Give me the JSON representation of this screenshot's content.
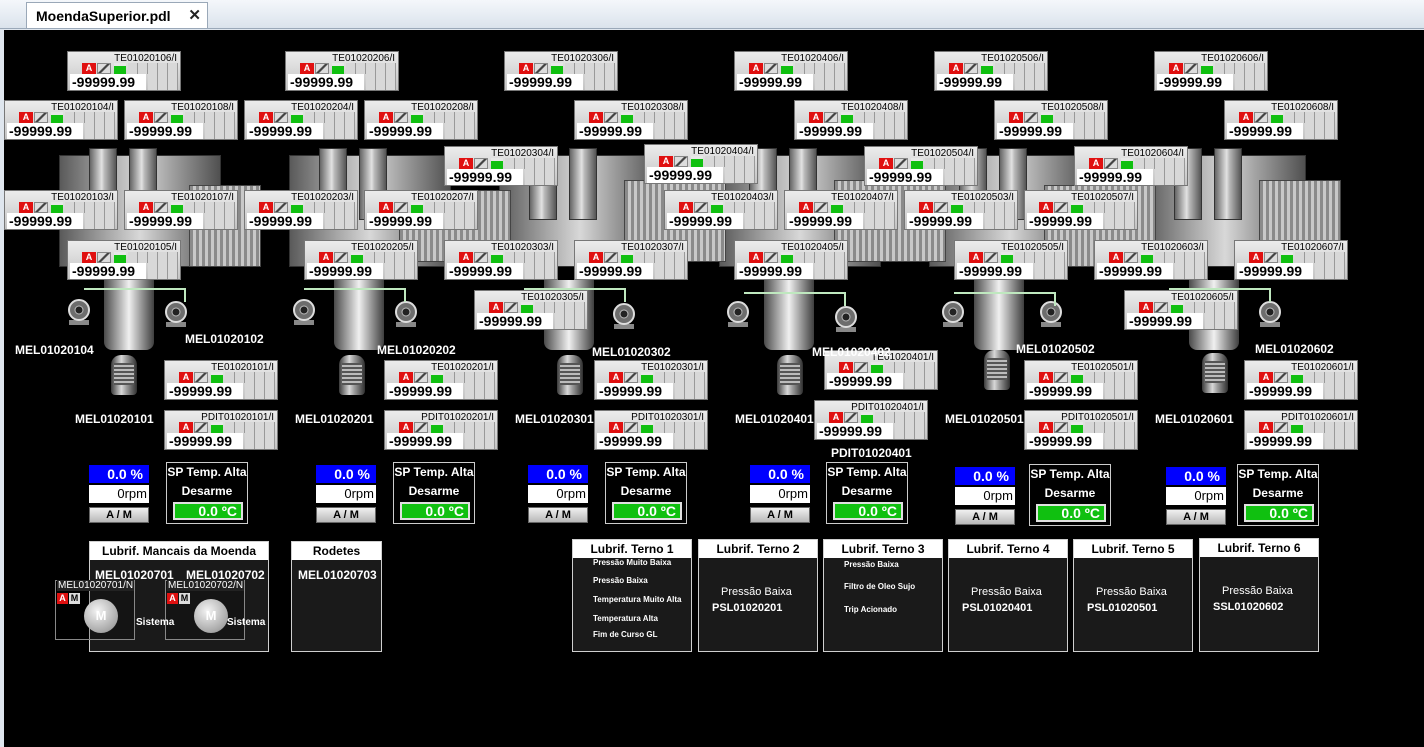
{
  "tab": {
    "label": "MoendaSuperior.pdl",
    "close": "✕"
  },
  "tags": [
    {
      "name": "TE01020106/I",
      "value": "-99999.99"
    },
    {
      "name": "TE01020104/I",
      "value": "-99999.99"
    },
    {
      "name": "TE01020108/I",
      "value": "-99999.99"
    },
    {
      "name": "TE01020103/I",
      "value": "-99999.99"
    },
    {
      "name": "TE01020107/I",
      "value": "-99999.99"
    },
    {
      "name": "TE01020105/I",
      "value": "-99999.99"
    },
    {
      "name": "TE01020101/I",
      "value": "-99999.99"
    },
    {
      "name": "PDIT01020101/I",
      "value": "-99999.99"
    },
    {
      "name": "TE01020206/I",
      "value": "-99999.99"
    },
    {
      "name": "TE01020204/I",
      "value": "-99999.99"
    },
    {
      "name": "TE01020208/I",
      "value": "-99999.99"
    },
    {
      "name": "TE01020203/I",
      "value": "-99999.99"
    },
    {
      "name": "TE01020207/I",
      "value": "-99999.99"
    },
    {
      "name": "TE01020205/I",
      "value": "-99999.99"
    },
    {
      "name": "TE01020201/I",
      "value": "-99999.99"
    },
    {
      "name": "PDIT01020201/I",
      "value": "-99999.99"
    },
    {
      "name": "TE01020306/I",
      "value": "-99999.99"
    },
    {
      "name": "TE01020308/I",
      "value": "-99999.99"
    },
    {
      "name": "TE01020304/I",
      "value": "-99999.99"
    },
    {
      "name": "TE01020303/I",
      "value": "-99999.99"
    },
    {
      "name": "TE01020307/I",
      "value": "-99999.99"
    },
    {
      "name": "TE01020305/I",
      "value": "-99999.99"
    },
    {
      "name": "TE01020301/I",
      "value": "-99999.99"
    },
    {
      "name": "PDIT01020301/I",
      "value": "-99999.99"
    },
    {
      "name": "TE01020406/I",
      "value": "-99999.99"
    },
    {
      "name": "TE01020408/I",
      "value": "-99999.99"
    },
    {
      "name": "TE01020404/I",
      "value": "-99999.99"
    },
    {
      "name": "TE01020403/I",
      "value": "-99999.99"
    },
    {
      "name": "TE01020407/I",
      "value": "-99999.99"
    },
    {
      "name": "TE01020405/I",
      "value": "-99999.99"
    },
    {
      "name": "TE01020401/I",
      "value": "-99999.99"
    },
    {
      "name": "PDIT01020401/I",
      "value": "-99999.99"
    },
    {
      "name": "TE01020506/I",
      "value": "-99999.99"
    },
    {
      "name": "TE01020508/I",
      "value": "-99999.99"
    },
    {
      "name": "TE01020504/I",
      "value": "-99999.99"
    },
    {
      "name": "TE01020503/I",
      "value": "-99999.99"
    },
    {
      "name": "TE01020507/I",
      "value": "-99999.99"
    },
    {
      "name": "TE01020505/I",
      "value": "-99999.99"
    },
    {
      "name": "TE01020501/I",
      "value": "-99999.99"
    },
    {
      "name": "PDIT01020501/I",
      "value": "-99999.99"
    },
    {
      "name": "TE01020606/I",
      "value": "-99999.99"
    },
    {
      "name": "TE01020608/I",
      "value": "-99999.99"
    },
    {
      "name": "TE01020604/I",
      "value": "-99999.99"
    },
    {
      "name": "TE01020603/I",
      "value": "-99999.99"
    },
    {
      "name": "TE01020607/I",
      "value": "-99999.99"
    },
    {
      "name": "TE01020605/I",
      "value": "-99999.99"
    },
    {
      "name": "TE01020601/I",
      "value": "-99999.99"
    },
    {
      "name": "PDIT01020601/I",
      "value": "-99999.99"
    }
  ],
  "alarm_letter": "A",
  "labels": [
    "MEL01020104",
    "MEL01020102",
    "MEL01020101",
    "MEL01020202",
    "MEL01020201",
    "MEL01020302",
    "MEL01020301",
    "MEL01020402",
    "MEL01020401",
    "PDIT01020401",
    "MEL01020502",
    "MEL01020501",
    "MEL01020602",
    "MEL01020601"
  ],
  "speed": {
    "pct": "0.0 %",
    "rpm": "0rpm",
    "mode": "A / M"
  },
  "sp": {
    "title": "SP Temp. Alta",
    "sub": "Desarme",
    "value": "0.0 ºC"
  },
  "lubrif_mancais": {
    "title": "Lubrif. Mancais da Moenda",
    "m1": "MEL01020701",
    "m2": "MEL01020702",
    "b1_name": "MEL01020701/N",
    "b2_name": "MEL01020702/N",
    "a": "A",
    "m": "M",
    "circle": "M",
    "sistema": "Sistema"
  },
  "rodetes": {
    "title": "Rodetes",
    "motor": "MEL01020703"
  },
  "ternos": [
    {
      "title": "Lubrif. Terno 1",
      "lines": [
        "Pressão Muito Baixa",
        "Pressão Baixa",
        "Temperatura Muito Alta",
        "Temperatura Alta",
        "Fim de Curso GL"
      ]
    },
    {
      "title": "Lubrif. Terno 2",
      "line1": "Pressão Baixa",
      "line2": "PSL01020201"
    },
    {
      "title": "Lubrif. Terno 3",
      "lines": [
        "Pressão Baixa",
        "Filtro de Oleo Sujo",
        "Trip Acionado"
      ]
    },
    {
      "title": "Lubrif. Terno 4",
      "line1": "Pressão Baixa",
      "line2": "PSL01020401"
    },
    {
      "title": "Lubrif. Terno 5",
      "line1": "Pressão Baixa",
      "line2": "PSL01020501"
    },
    {
      "title": "Lubrif. Terno 6",
      "line1": "Pressão Baixa",
      "line2": "SSL01020602"
    }
  ]
}
